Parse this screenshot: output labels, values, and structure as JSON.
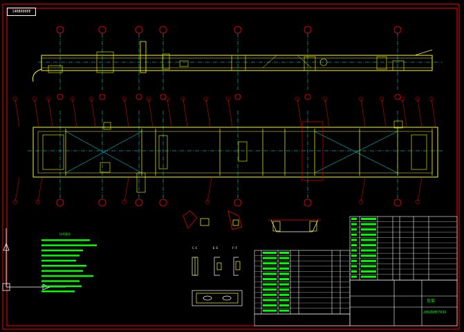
{
  "drawing": {
    "tag": "14RB0000E",
    "background": "#000000",
    "colors": {
      "frame": "#ff0000",
      "centerline": "#00ffff",
      "structure": "#ffff00",
      "annotation": "#00ff00",
      "leader": "#ff0000",
      "white": "#ffffff"
    }
  },
  "title_block": {
    "label": "车架",
    "drawing_no": "200ZD0E7934"
  },
  "section_labels": [
    "C-C",
    "E-E",
    "F-F"
  ],
  "notes_heading": "技术要求"
}
